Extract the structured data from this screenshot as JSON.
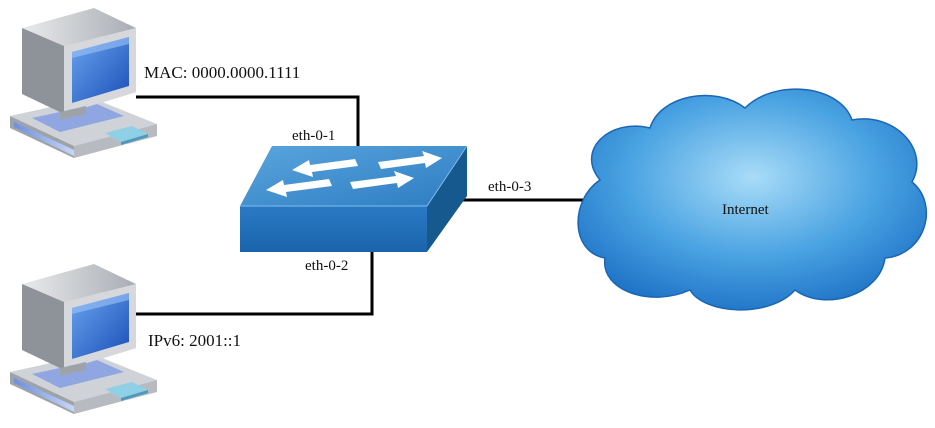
{
  "hosts": [
    {
      "id": "host-1",
      "label": "MAC: 0000.0000.1111"
    },
    {
      "id": "host-2",
      "label": "IPv6: 2001::1"
    }
  ],
  "switch": {
    "ports": {
      "p1": "eth-0-1",
      "p2": "eth-0-2",
      "p3": "eth-0-3"
    }
  },
  "internet": {
    "label": "Internet"
  },
  "colors": {
    "link": "#000000",
    "switch_top": "#3f8fd0",
    "switch_front": "#1f6fb6",
    "switch_side": "#14568f",
    "cloud_light": "#8fd0f6",
    "cloud_dark": "#1d74c9",
    "monitor_screen": "#2b6fd6",
    "pc_gray": "#c9ccd1"
  }
}
